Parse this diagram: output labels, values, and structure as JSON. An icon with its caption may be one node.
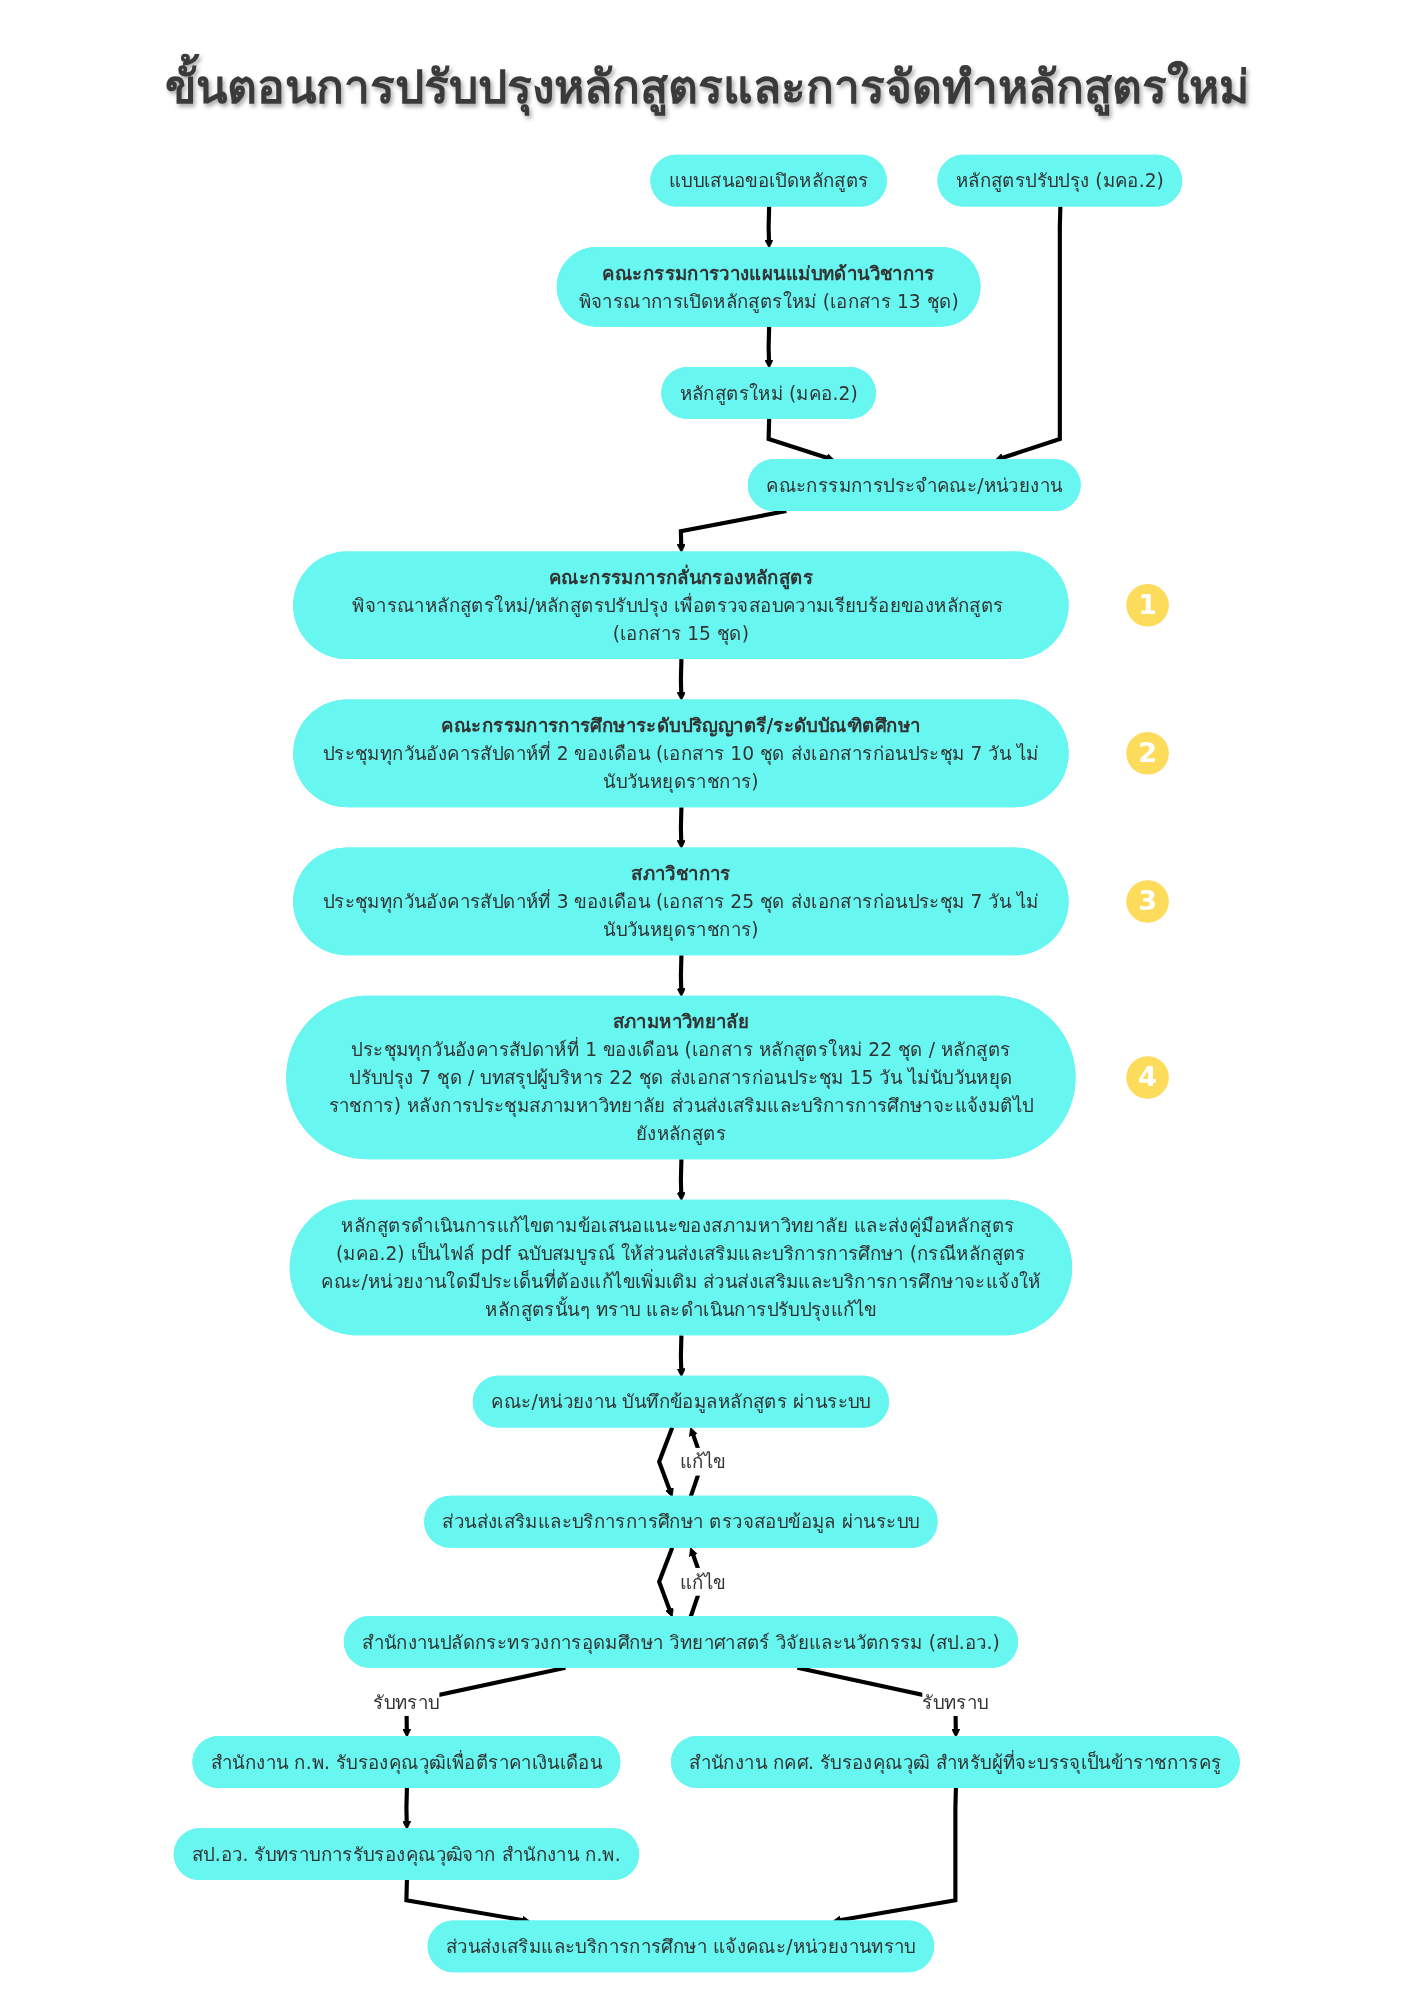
{
  "diagram": {
    "title": "ขั้นตอนการปรับปรุงหลักสูตรและการจัดทำหลักสูตรใหม่",
    "nodes": [
      {
        "text": [
          "แบบเสนอขอเปิดหลักสูตร"
        ]
      },
      {
        "text": [
          "หลักสูตรปรับปรุง (มคอ.2)"
        ]
      },
      {
        "text": [
          "คณะกรรมการวางแผนแม่บทด้านวิชาการ",
          "พิจารณาการเปิดหลักสูตรใหม่ (เอกสาร 13 ชุด)"
        ]
      },
      {
        "text": [
          "หลักสูตรใหม่ (มคอ.2)"
        ]
      },
      {
        "text": [
          "คณะกรรมการประจำคณะ/หน่วยงาน"
        ]
      },
      {
        "text": [
          "คณะกรรมการกลั่นกรองหลักสูตร",
          "พิจารณาหลักสูตรใหม่/หลักสูตรปรับปรุง เพื่อตรวจสอบความเรียบร้อยของหลักสูตร (เอกสาร 15 ชุด)"
        ]
      },
      {
        "text": [
          "1"
        ]
      },
      {
        "text": [
          "คณะกรรมการการศึกษาระดับปริญญาตรี/ระดับบัณฑิตศึกษา",
          "ประชุมทุกวันอังคารสัปดาห์ที่ 2 ของเดือน (เอกสาร 10 ชุด ส่งเอกสารก่อนประชุม 7 วัน ไม่นับวันหยุดราชการ)"
        ]
      },
      {
        "text": [
          "2"
        ]
      },
      {
        "text": [
          "สภาวิชาการ",
          "ประชุมทุกวันอังคารสัปดาห์ที่ 3 ของเดือน (เอกสาร 25 ชุด ส่งเอกสารก่อนประชุม 7 วัน ไม่นับวันหยุดราชการ)"
        ]
      },
      {
        "text": [
          "3"
        ]
      },
      {
        "text": [
          "สภามหาวิทยาลัย",
          "ประชุมทุกวันอังคารสัปดาห์ที่ 1 ของเดือน (เอกสาร หลักสูตรใหม่ 22 ชุด / หลักสูตรปรับปรุง 7 ชุด / บทสรุปผู้บริหาร 22 ชุด ส่งเอกสารก่อนประชุม 15 วัน ไม่นับวันหยุดราชการ) หลังการประชุมสภามหาวิทยาลัย ส่วนส่งเสริมและบริการการศึกษาจะแจ้งมติไปยังหลักสูตร"
        ]
      },
      {
        "text": [
          "4"
        ]
      },
      {
        "text": [
          "หลักสูตรดำเนินการแก้ไขตามข้อเสนอแนะของสภามหาวิทยาลัย และส่งคู่มือหลักสูตร (มคอ.2) เป็นไฟล์ pdf ฉบับสมบูรณ์ ให้ส่วนส่งเสริมและบริการการศึกษา (กรณีหลักสูตรคณะ/หน่วยงานใดมีประเด็นที่ต้องแก้ไขเพิ่มเติม ส่วนส่งเสริมและบริการการศึกษาจะแจ้งให้หลักสูตรนั้นๆ ทราบ และดำเนินการปรับปรุงแก้ไข"
        ]
      },
      {
        "text": [
          "คณะ/หน่วยงาน บันทึกข้อมูลหลักสูตร ผ่านระบบ"
        ]
      },
      {
        "text": [
          "ส่วนส่งเสริมและบริการการศึกษา ตรวจสอบข้อมูล ผ่านระบบ"
        ]
      },
      {
        "text": [
          "สำนักงานปลัดกระทรวงการอุดมศึกษา วิทยาศาสตร์ วิจัยและนวัตกรรม (สป.อว.)"
        ]
      },
      {
        "text": [
          "สำนักงาน ก.พ. รับรองคุณวุฒิเพื่อตีราคาเงินเดือน"
        ]
      },
      {
        "text": [
          "สำนักงาน กคศ. รับรองคุณวุฒิ สำหรับผู้ที่จะบรรจุเป็นข้าราชการครู"
        ]
      },
      {
        "text": [
          "สป.อว. รับทราบการรับรองคุณวุฒิจาก สำนักงาน ก.พ."
        ]
      },
      {
        "text": [
          "ส่วนส่งเสริมและบริการการศึกษา แจ้งคณะ/หน่วยงานทราบ"
        ]
      }
    ],
    "edges": [
      {
        "from": 0,
        "to": 2,
        "arrow": "to"
      },
      {
        "from": 2,
        "to": 3,
        "arrow": "to"
      },
      {
        "from": 3,
        "to": 4,
        "arrow": "to"
      },
      {
        "from": 1,
        "to": 4,
        "arrow": "to"
      },
      {
        "from": 4,
        "to": 5,
        "arrow": "to"
      },
      {
        "from": 5,
        "to": 7,
        "arrow": "to"
      },
      {
        "from": 7,
        "to": 9,
        "arrow": "to"
      },
      {
        "from": 9,
        "to": 11,
        "arrow": "to"
      },
      {
        "from": 11,
        "to": 13,
        "arrow": "to"
      },
      {
        "from": 13,
        "to": 14,
        "arrow": "to"
      },
      {
        "from": 14,
        "to": 15,
        "arrow": "to"
      },
      {
        "from": 15,
        "to": 14,
        "arrow": "to",
        "label": "แก้ไข"
      },
      {
        "from": 15,
        "to": 16,
        "arrow": "to"
      },
      {
        "from": 16,
        "to": 15,
        "arrow": "to",
        "label": "แก้ไข"
      },
      {
        "from": 16,
        "to": 17,
        "arrow": "to",
        "label": "รับทราบ"
      },
      {
        "from": 16,
        "to": 18,
        "arrow": "to",
        "label": "รับทราบ"
      },
      {
        "from": 17,
        "to": 19,
        "arrow": "to"
      },
      {
        "from": 19,
        "to": 20,
        "arrow": "to"
      },
      {
        "from": 18,
        "to": 20,
        "arrow": "to"
      }
    ]
  }
}
